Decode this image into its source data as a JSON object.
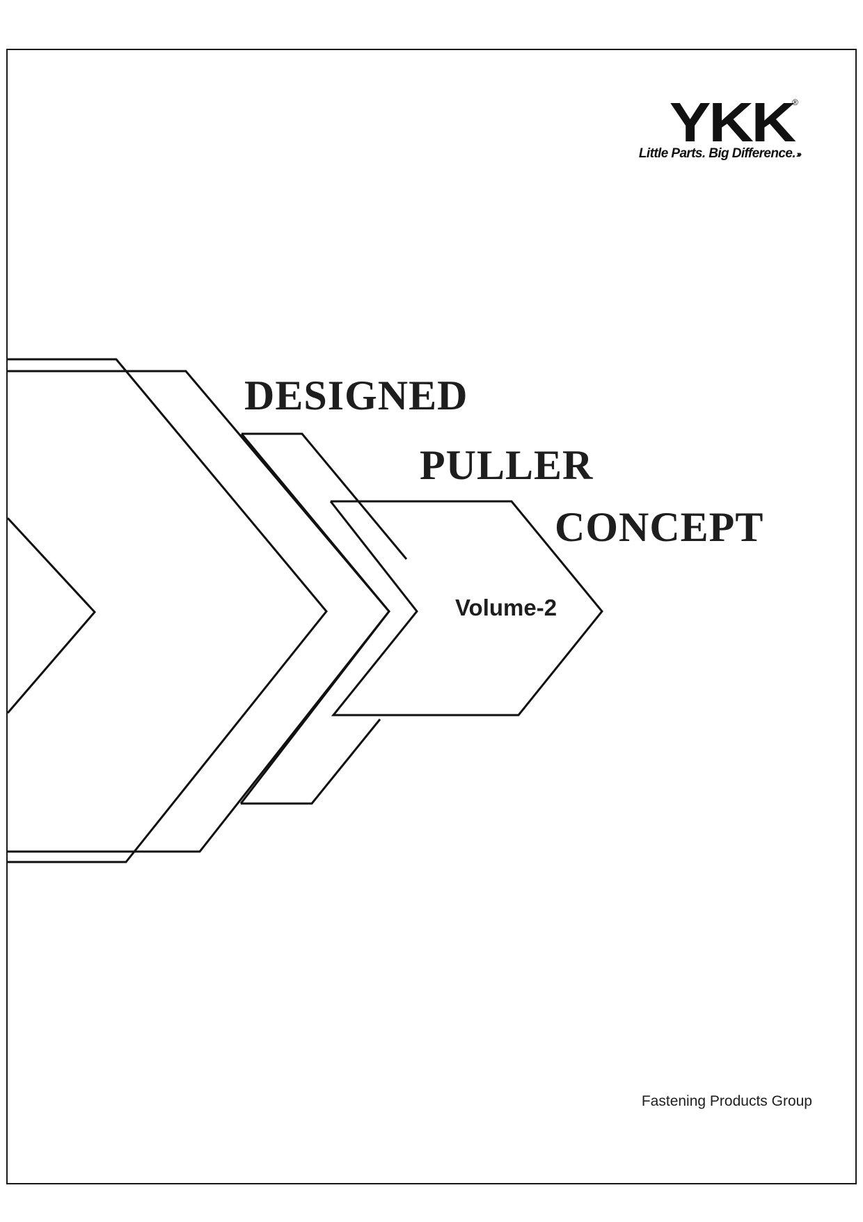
{
  "brand": {
    "logo_text": "YKK",
    "registered_mark": "®",
    "tagline": "Little Parts. Big Difference.",
    "tagline_arrows": "›››"
  },
  "title": {
    "line1": "DESIGNED",
    "line2": "PULLER",
    "line3": "CONCEPT"
  },
  "volume": "Volume-2",
  "footer": "Fastening Products Group",
  "colors": {
    "ink": "#111111",
    "background": "#ffffff"
  }
}
